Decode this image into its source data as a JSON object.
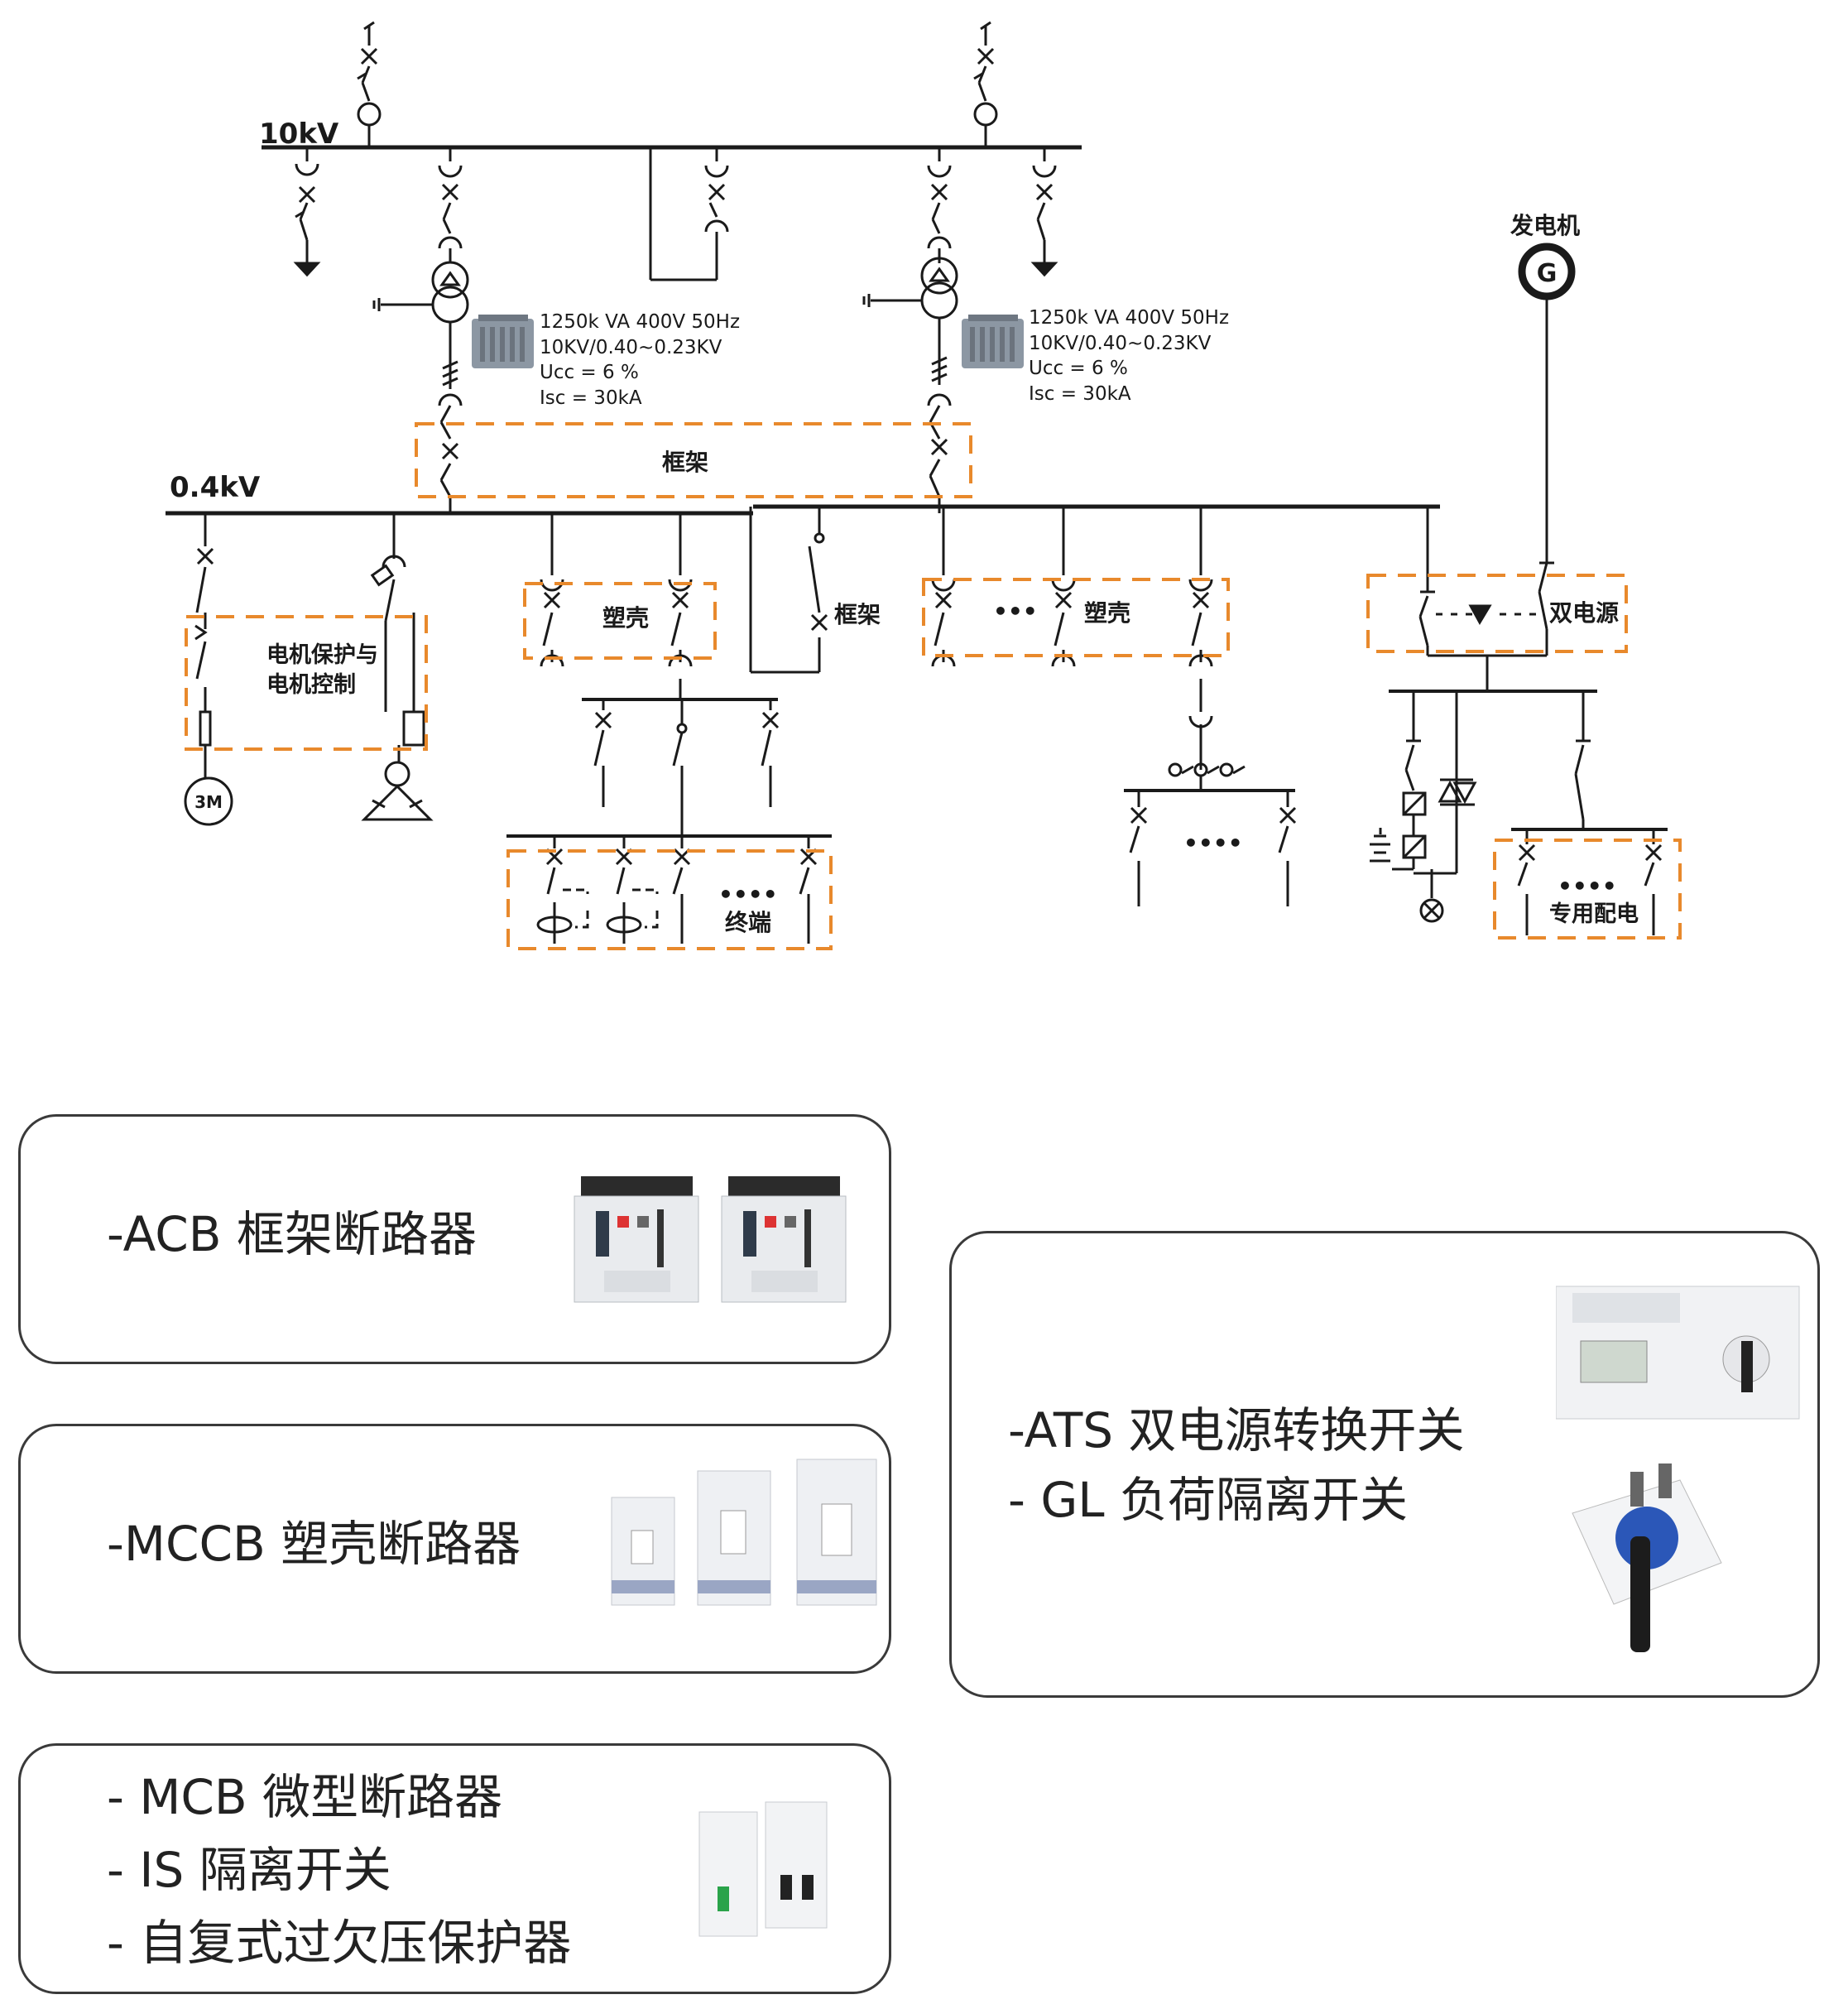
{
  "diagram": {
    "bus_10kv": "10kV",
    "bus_04kv": "0.4kV",
    "generator_title": "发电机",
    "generator_symbol": "G",
    "transformer_left": {
      "line1": "1250k VA 400V 50Hz",
      "line2": "10KV/0.40~0.23KV",
      "line3": "Ucc = 6 %",
      "line4": "Isc = 30kA"
    },
    "transformer_right": {
      "line1": "1250k VA 400V 50Hz",
      "line2": "10KV/0.40~0.23KV",
      "line3": "Ucc = 6 %",
      "line4": "Isc = 30kA"
    },
    "frame_label": "框架",
    "frame_label_2": "框架",
    "moulded_label_1": "塑壳",
    "moulded_label_2": "塑壳",
    "motor_box_line1": "电机保护与",
    "motor_box_line2": "电机控制",
    "motor_symbol": "3M",
    "dual_power_label": "双电源",
    "terminal_label": "终端",
    "dedicated_label": "专用配电",
    "dots": "••••",
    "dots_small": "•••"
  },
  "cards": {
    "acb": "-ACB 框架断路器",
    "mccb": "-MCCB 塑壳断路器",
    "ats_line1": "-ATS 双电源转换开关",
    "ats_line2": "- GL  负荷隔离开关",
    "mcb_line1": "- MCB 微型断路器",
    "mcb_line2": "- IS 隔离开关",
    "mcb_line3": "- 自复式过欠压保护器"
  },
  "colors": {
    "line": "#1a1a1a",
    "dashed_box": "#e8892c",
    "card_border": "#3a3a3a"
  }
}
